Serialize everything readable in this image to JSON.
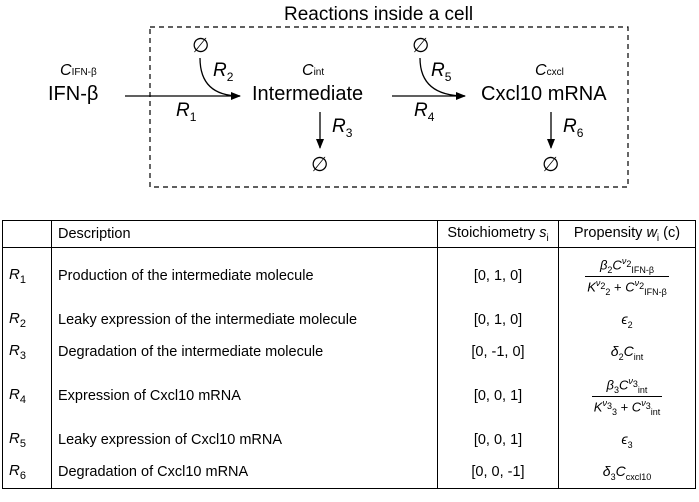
{
  "diagram": {
    "title": "Reactions inside a cell",
    "species": [
      {
        "name": "IFN-β",
        "symbol": "C",
        "symbol_sub": "IFN-β"
      },
      {
        "name": "Intermediate",
        "symbol": "C",
        "symbol_sub": "int"
      },
      {
        "name": "Cxcl10 mRNA",
        "symbol": "C",
        "symbol_sub": "cxcl"
      }
    ],
    "empty_set": "∅",
    "reaction_labels": {
      "r1": {
        "letter": "R",
        "sub": "1"
      },
      "r2": {
        "letter": "R",
        "sub": "2"
      },
      "r3": {
        "letter": "R",
        "sub": "3"
      },
      "r4": {
        "letter": "R",
        "sub": "4"
      },
      "r5": {
        "letter": "R",
        "sub": "5"
      },
      "r6": {
        "letter": "R",
        "sub": "6"
      }
    }
  },
  "table": {
    "headers": {
      "description": "Description",
      "stoichiometry": "Stoichiometry",
      "stoichiometry_sym": "s",
      "stoichiometry_sub": "i",
      "propensity": "Propensity",
      "propensity_sym": "w",
      "propensity_sub": "i",
      "propensity_arg": " (c)"
    },
    "rows": [
      {
        "id_letter": "R",
        "id_sub": "1",
        "description": "Production of the intermediate molecule",
        "stoichiometry": "[0, 1, 0]"
      },
      {
        "id_letter": "R",
        "id_sub": "2",
        "description": "Leaky expression of the intermediate molecule",
        "stoichiometry": "[0, 1, 0]",
        "propensity": "ϵ",
        "propensity_sub": "2"
      },
      {
        "id_letter": "R",
        "id_sub": "3",
        "description": "Degradation of the intermediate molecule",
        "stoichiometry": "[0, -1, 0]",
        "propensity": "δ",
        "propensity_sub": "2",
        "propensity_var": "C",
        "propensity_var_sub": "int"
      },
      {
        "id_letter": "R",
        "id_sub": "4",
        "description": "Expression of Cxcl10 mRNA",
        "stoichiometry": "[0, 0, 1]"
      },
      {
        "id_letter": "R",
        "id_sub": "5",
        "description": "Leaky expression of Cxcl10 mRNA",
        "stoichiometry": "[0, 0, 1]",
        "propensity": "ϵ",
        "propensity_sub": "3"
      },
      {
        "id_letter": "R",
        "id_sub": "6",
        "description": "Degradation of Cxcl10 mRNA",
        "stoichiometry": "[0, 0, -1]",
        "propensity": "δ",
        "propensity_sub": "3",
        "propensity_var": "C",
        "propensity_var_sub": "cxcl10"
      }
    ],
    "formula_r1": {
      "coef": "β",
      "coef_sub": "2",
      "var": "C",
      "var_sub": "IFN-β",
      "exp": "ν",
      "exp_sub": "2",
      "k": "K",
      "k_sub": "2",
      "plus": " + "
    },
    "formula_r4": {
      "coef": "β",
      "coef_sub": "3",
      "var": "C",
      "var_sub": "int",
      "exp": "ν",
      "exp_sub": "3",
      "k": "K",
      "k_sub": "3",
      "plus": " + "
    }
  }
}
